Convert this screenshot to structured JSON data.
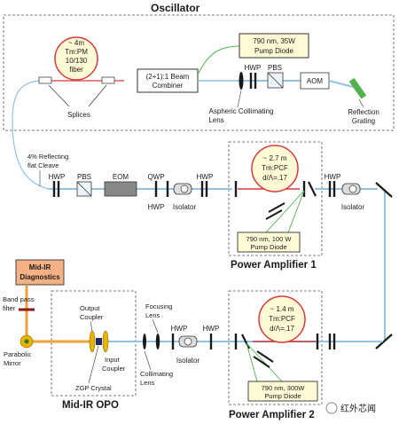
{
  "sections": {
    "oscillator": "Oscillator",
    "amp1": "Power Amplifier 1",
    "amp2": "Power Amplifier 2",
    "opo": "Mid-IR OPO"
  },
  "oscillator": {
    "fiber": [
      "~ 4m",
      "Tm:PM",
      "10/130",
      "fiber"
    ],
    "combiner": [
      "(2+1):1 Beam",
      "Combiner"
    ],
    "pump_diode": [
      "790 nm, 35W",
      "Pump Diode"
    ],
    "hwp": "HWP",
    "pbs": "PBS",
    "aom": "AOM",
    "splices": "Splices",
    "aspheric_lens": [
      "Aspheric Collimating",
      "Lens"
    ],
    "reflection_grating": [
      "Reflection",
      "Grating"
    ]
  },
  "chain": {
    "cleave": [
      "4% Reflecting",
      "flat Cleave"
    ],
    "hwp1": "HWP",
    "pbs": "PBS",
    "eom": "EOM",
    "qwp": "QWP",
    "hwp2": "HWP",
    "hwp3": "HWP",
    "isolator1": "Isolator",
    "hwp4": "HWP",
    "isolator2": "Isolator"
  },
  "amp1": {
    "fiber": [
      "~ 2.7 m",
      "Tm:PCF",
      "d/Λ=.17"
    ],
    "pump": [
      "790 nm, 100 W",
      "Pump Diode"
    ]
  },
  "amp2": {
    "fiber": [
      "~ 1.4 m",
      "Tm:PCF",
      "d/Λ=.17"
    ],
    "pump": [
      "790 nm, 300W",
      "Pump Diode"
    ]
  },
  "opo": {
    "diagnostics": [
      "Mid-IR",
      "Diagnostics"
    ],
    "bandpass": [
      "Band pass",
      "filter"
    ],
    "parabolic": [
      "Parabolic",
      "Mirror"
    ],
    "output_coupler": [
      "Output",
      "Coupler"
    ],
    "input_coupler": [
      "Input",
      "Coupler"
    ],
    "crystal": "ZGP Crystal",
    "focusing_lens": [
      "Focusing",
      "Lens"
    ],
    "collimating_lens": [
      "Collimating",
      "Lens"
    ],
    "hwp1": "HWP",
    "hwp2": "HWP",
    "isolator": "Isolator"
  },
  "watermark": "红外芯闻",
  "colors": {
    "beam": "#8fc3e8",
    "fiber_red": "#d63a3a",
    "fiber_fill": "#fffbd6",
    "pump_green": "#52b24e",
    "mid_ir": "#f0a040",
    "dashed": "#555555"
  }
}
